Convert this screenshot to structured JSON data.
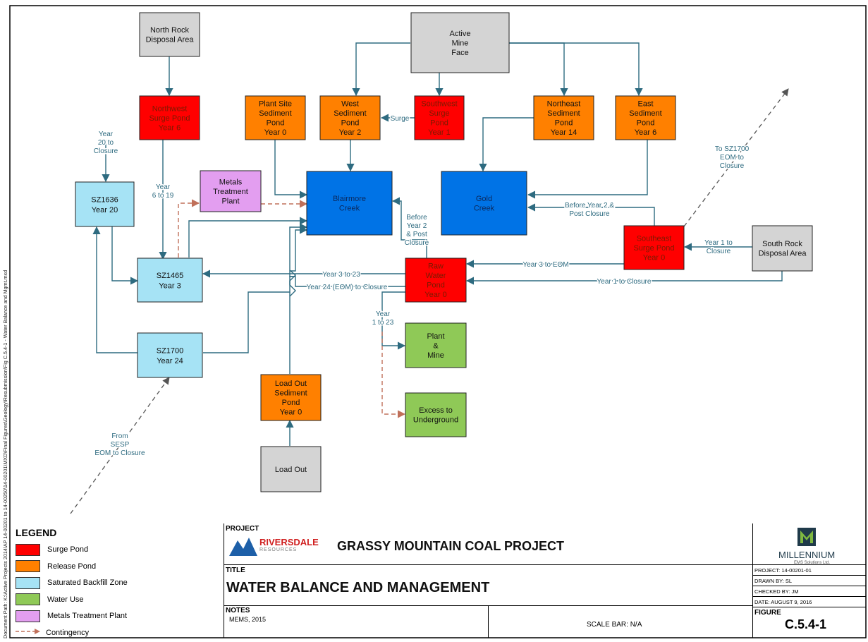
{
  "side_path": "Document Path: K:\\Active Projects 2014\\AP 14-00201 to 14-00250\\14-00201\\MXD\\Final Figures\\Geology\\Resubmission\\Fig C.5.4-1 - Water Balance and Mgmt.mxd",
  "colors": {
    "surge": "#ff0000",
    "release": "#ff8000",
    "backfill": "#a6e3f5",
    "wateruse": "#8fc957",
    "metals": "#e39ef0",
    "creek": "#0073e6",
    "source": "#d4d4d4",
    "arrow": "#2e6b80",
    "contingency": "#c0705a"
  },
  "nodes": {
    "north_rock": [
      "North Rock",
      "Disposal Area"
    ],
    "active_mine": [
      "Active",
      "Mine",
      "Face"
    ],
    "nw_surge": [
      "Northwest",
      "Surge Pond",
      "Year 6"
    ],
    "plant_site": [
      "Plant Site",
      "Sediment",
      "Pond",
      "Year 0"
    ],
    "west_sed": [
      "West",
      "Sediment",
      "Pond",
      "Year 2"
    ],
    "sw_surge": [
      "Southwest",
      "Surge",
      "Pond",
      "Year 1"
    ],
    "ne_sed": [
      "Northeast",
      "Sediment",
      "Pond",
      "Year 14"
    ],
    "east_sed": [
      "East",
      "Sediment",
      "Pond",
      "Year 6"
    ],
    "sz1636": [
      "SZ1636",
      "Year 20"
    ],
    "metals": [
      "Metals",
      "Treatment",
      "Plant"
    ],
    "blairmore": [
      "Blairmore",
      "Creek"
    ],
    "gold": [
      "Gold",
      "Creek"
    ],
    "se_surge": [
      "Southeast",
      "Surge Pond",
      "Year 0"
    ],
    "south_rock": [
      "South Rock",
      "Disposal Area"
    ],
    "sz1465": [
      "SZ1465",
      "Year 3"
    ],
    "raw_water": [
      "Raw",
      "Water",
      "Pond",
      "Year 0"
    ],
    "plant_mine": [
      "Plant",
      "&",
      "Mine"
    ],
    "sz1700": [
      "SZ1700",
      "Year 24"
    ],
    "load_out_sed": [
      "Load Out",
      "Sediment",
      "Pond",
      "Year 0"
    ],
    "excess": [
      "Excess to",
      "Underground"
    ],
    "load_out": [
      "Load Out"
    ]
  },
  "flow_labels": {
    "surge": [
      "Surge"
    ],
    "year20": [
      "Year",
      "20 to",
      "Closure"
    ],
    "year6_19": [
      "Year",
      "6 to 19"
    ],
    "to_sz1700": [
      "To SZ1700",
      "EOM to",
      "Closure"
    ],
    "before2_gold": [
      "Before Year 2 &",
      "Post Closure"
    ],
    "before2_blair": [
      "Before",
      "Year 2",
      "& Post",
      "Closure"
    ],
    "year1_closure_se": [
      "Year 1 to",
      "Closure"
    ],
    "year3_eom": [
      "Year 3 to EOM"
    ],
    "year3_23": [
      "Year 3 to 23"
    ],
    "year24": [
      "Year 24 (EOM) to Closure"
    ],
    "year1_closure": [
      "Year 1 to Closure"
    ],
    "year1_23": [
      "Year",
      "1 to 23"
    ],
    "from_sesp": [
      "From",
      "SESP",
      "EOM to Closure"
    ]
  },
  "legend": {
    "title": "LEGEND",
    "items": [
      {
        "label": "Surge Pond",
        "color": "#ff0000"
      },
      {
        "label": "Release Pond",
        "color": "#ff8000"
      },
      {
        "label": "Saturated Backfill Zone",
        "color": "#a6e3f5"
      },
      {
        "label": "Water Use",
        "color": "#8fc957"
      },
      {
        "label": "Metals Treatment Plant",
        "color": "#e39ef0"
      },
      {
        "label": "Contingency",
        "color": "#c0705a"
      }
    ]
  },
  "title_block": {
    "project_label": "PROJECT",
    "client": "RIVERSDALE",
    "client_sub": "RESOURCES",
    "project_name": "GRASSY MOUNTAIN COAL PROJECT",
    "title_label": "TITLE",
    "title": "WATER BALANCE AND MANAGEMENT",
    "notes_label": "NOTES",
    "notes": "MEMS, 2015",
    "scale": "SCALE BAR: N/A",
    "company": "MILLENNIUM",
    "company_sub": "EMS Solutions Ltd.",
    "project_no": "PROJECT: 14-00201-01",
    "drawn_by": "DRAWN BY: SL",
    "checked_by": "CHECKED BY: JM",
    "date": "DATE: AUGUST 9, 2016",
    "figure_label": "FIGURE",
    "figure": "C.5.4-1"
  }
}
